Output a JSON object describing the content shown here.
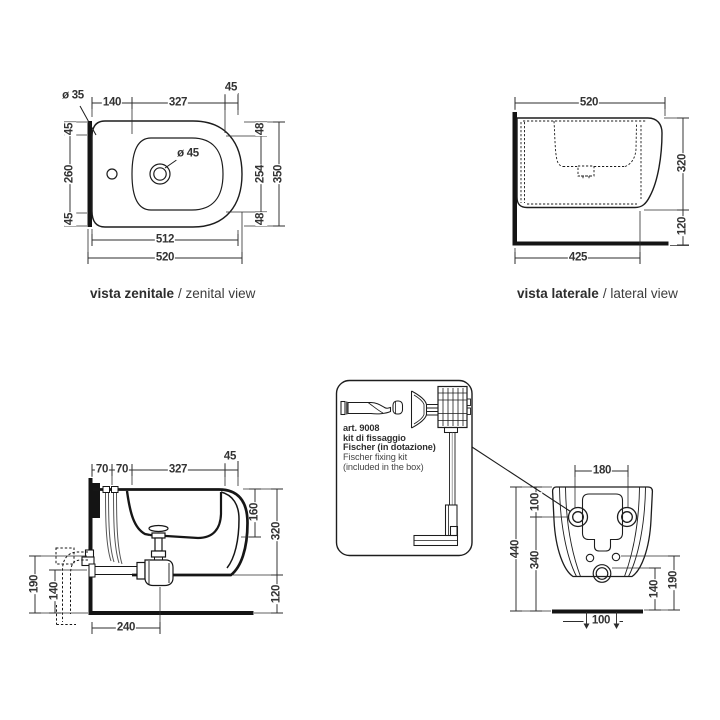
{
  "sheet": {
    "product": "wall-hung bidet technical drawing",
    "colors": {
      "line": "#1d1d1d",
      "dim_text": "#333333",
      "background": "#ffffff"
    }
  },
  "views": {
    "zenital": {
      "caption_bold": "vista zenitale",
      "caption_rest": "/ zenital view",
      "dims": {
        "tap_dia": "ø 35",
        "back_offset": "140",
        "rim_length": "327",
        "front": "45",
        "left_top": "45",
        "left_width": "260",
        "left_bottom": "45",
        "right_top": "48",
        "right_depth": "254",
        "right_bottom": "48",
        "total_depth": "350",
        "drain_dia": "ø 45",
        "inner_width": "512",
        "total_width": "520"
      }
    },
    "lateral": {
      "caption_bold": "vista laterale",
      "caption_rest": "/ lateral view",
      "dims": {
        "total_width": "520",
        "height": "320",
        "clearance": "120",
        "depth": "425"
      }
    },
    "section": {
      "dims": {
        "hole_offset_1": "70",
        "hole_offset_2": "70",
        "rim_length": "327",
        "front": "45",
        "drain_wall_height": "190",
        "supply_wall_height": "140",
        "inner_depth": "160",
        "height": "320",
        "clearance": "120",
        "drain_floor_offset": "240"
      }
    },
    "rear": {
      "dims": {
        "holes_spacing": "180",
        "holes_top_offset": "100",
        "total_height": "440",
        "holes_floor_height": "340",
        "drain_floor_height": "140",
        "small_holes_height": "190",
        "bottom_spacing": "100"
      }
    },
    "fixing_kit": {
      "lines": [
        "art. 9008",
        "kit di fissaggio",
        "Fischer (in dotazione)",
        "Fischer fixing kit",
        "(included in the box)"
      ]
    }
  }
}
